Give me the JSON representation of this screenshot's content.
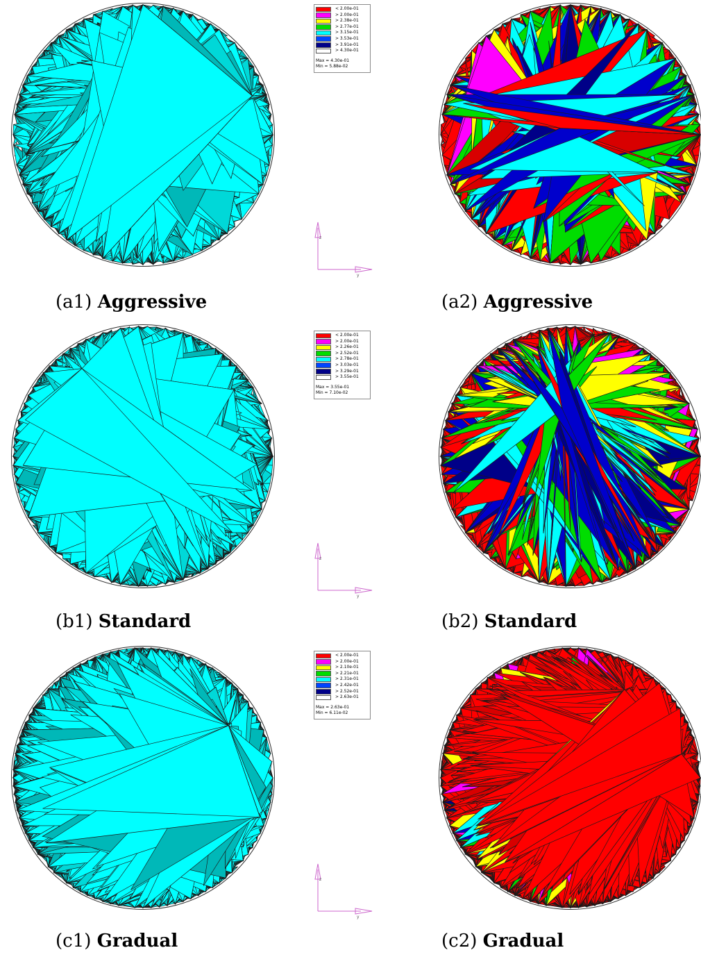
{
  "colors": {
    "cyan_fill": "#00ffff",
    "red_fill": "#ff0000",
    "mesh_line": "#1a1a1a",
    "axis": "#cc66cc"
  },
  "rows": [
    {
      "left_caption": {
        "label": "(a1)",
        "name": "Aggressive"
      },
      "right_caption": {
        "label": "(a2)",
        "name": "Aggressive"
      },
      "legend": {
        "entries": [
          {
            "label": "< 2.00e-01",
            "color": "#ff0000"
          },
          {
            "label": "> 2.00e-01",
            "color": "#ff00ff"
          },
          {
            "label": "> 2.38e-01",
            "color": "#ffff00"
          },
          {
            "label": "> 2.77e-01",
            "color": "#00dd00"
          },
          {
            "label": "> 3.15e-01",
            "color": "#00ffff"
          },
          {
            "label": "> 3.53e-01",
            "color": "#0044ff"
          },
          {
            "label": "> 3.91e-01",
            "color": "#000088"
          },
          {
            "label": "> 4.30e-01",
            "color": "#ffffff"
          }
        ],
        "max": "Max = 4.30e-01",
        "min": "Min = 5.88e-02"
      }
    },
    {
      "left_caption": {
        "label": "(b1)",
        "name": "Standard"
      },
      "right_caption": {
        "label": "(b2)",
        "name": "Standard"
      },
      "legend": {
        "entries": [
          {
            "label": "< 2.00e-01",
            "color": "#ff0000"
          },
          {
            "label": "> 2.00e-01",
            "color": "#ff00ff"
          },
          {
            "label": "> 2.26e-01",
            "color": "#ffff00"
          },
          {
            "label": "> 2.52e-01",
            "color": "#00dd00"
          },
          {
            "label": "> 2.78e-01",
            "color": "#00ffff"
          },
          {
            "label": "> 3.03e-01",
            "color": "#0044ff"
          },
          {
            "label": "> 3.29e-01",
            "color": "#000088"
          },
          {
            "label": "> 3.55e-01",
            "color": "#ffffff"
          }
        ],
        "max": "Max = 3.55e-01",
        "min": "Min = 7.10e-02"
      }
    },
    {
      "left_caption": {
        "label": "(c1)",
        "name": "Gradual"
      },
      "right_caption": {
        "label": "(c2)",
        "name": "Gradual"
      },
      "legend": {
        "entries": [
          {
            "label": "< 2.00e-01",
            "color": "#ff0000"
          },
          {
            "label": "> 2.00e-01",
            "color": "#ff00ff"
          },
          {
            "label": "> 2.10e-01",
            "color": "#ffff00"
          },
          {
            "label": "> 2.21e-01",
            "color": "#00dd00"
          },
          {
            "label": "> 2.31e-01",
            "color": "#00ffff"
          },
          {
            "label": "> 2.42e-01",
            "color": "#0044ff"
          },
          {
            "label": "> 2.52e-01",
            "color": "#000088"
          },
          {
            "label": "> 2.63e-01",
            "color": "#ffffff"
          }
        ],
        "max": "Max = 2.63e-01",
        "min": "Min = 6.11e-02"
      }
    }
  ],
  "axis_labels": {
    "vertical": "z",
    "horizontal": "y"
  }
}
